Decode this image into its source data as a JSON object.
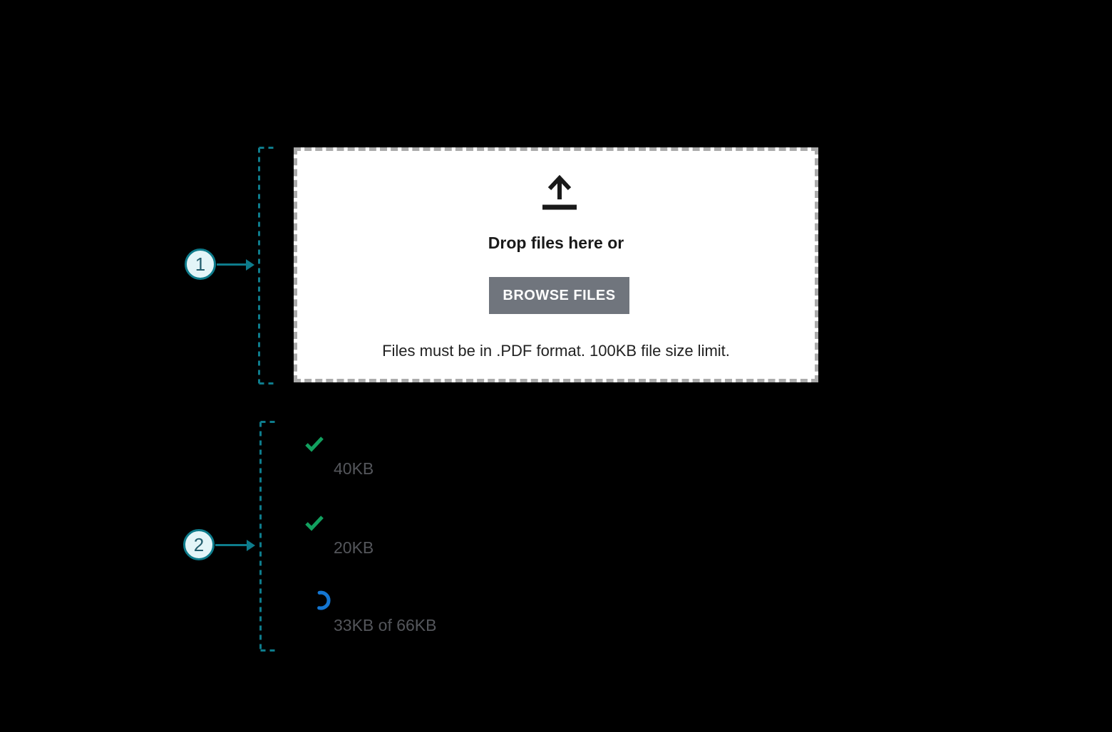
{
  "colors": {
    "background": "#000000",
    "annotation_teal": "#0E7C8C",
    "annotation_circle_fill": "#E3F5F8",
    "success_green": "#12A05F",
    "progress_blue": "#1476D2",
    "muted_text_gray": "#54565B",
    "button_gray": "#70757D",
    "dashed_border_gray": "#ABABAB",
    "dropzone_text": "#1A1A1A"
  },
  "dropzone": {
    "title": "Drop files here or",
    "browse_button_label": "BROWSE FILES",
    "helper_text": "Files must be in .PDF format. 100KB file size limit.",
    "icon": "upload-arrow-icon"
  },
  "annotations": [
    {
      "number": "1",
      "points_to": "dropzone"
    },
    {
      "number": "2",
      "points_to": "upload-list"
    }
  ],
  "upload_list": {
    "items": [
      {
        "status": "complete",
        "icon": "check-icon",
        "size_label": "40KB"
      },
      {
        "status": "complete",
        "icon": "check-icon",
        "size_label": "20KB"
      },
      {
        "status": "uploading",
        "icon": "spinner-icon",
        "size_label": "33KB of 66KB"
      }
    ]
  }
}
